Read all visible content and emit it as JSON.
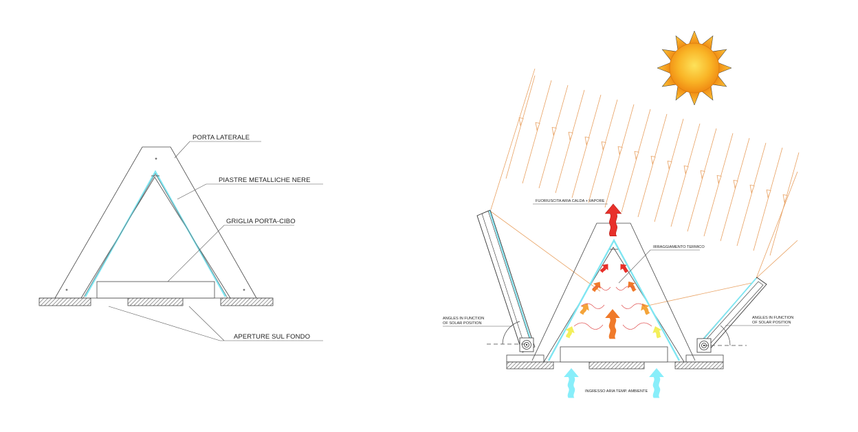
{
  "left_diagram": {
    "labels": {
      "porta_laterale": "PORTA LATERALE",
      "piastre": "PIASTRE METALLICHE NERE",
      "griglia": "GRIGLIA PORTA-CIBO",
      "aperture": "APERTURE SUL FONDO"
    }
  },
  "right_diagram": {
    "labels": {
      "fuoriuscita": "FUORIUSCITA ARIA CALDA + VAPORE",
      "irraggiamento": "IRRAGGIAMENTO TERMICO",
      "angles_left_1": "ANGLES IN FUNCTION",
      "angles_left_2": "OF SOLAR POSITION",
      "angles_right_1": "ANGLES IN FUNCTION",
      "angles_right_2": "OF SOLAR POSITION",
      "ingresso": "INGRESSO ARIA TEMP. AMBIENTE"
    }
  },
  "colors": {
    "sun_core": "#f7a21a",
    "sun_rays": "#f59c1e",
    "solar_rays": "#e8a060",
    "plate_highlight": "#7fe6f2",
    "hot_air": "#e8302a",
    "warm_air": "#f07a2a",
    "mild_air": "#f4a43a",
    "cool_air": "#f3f06a",
    "ambient_air": "#88eefa"
  }
}
